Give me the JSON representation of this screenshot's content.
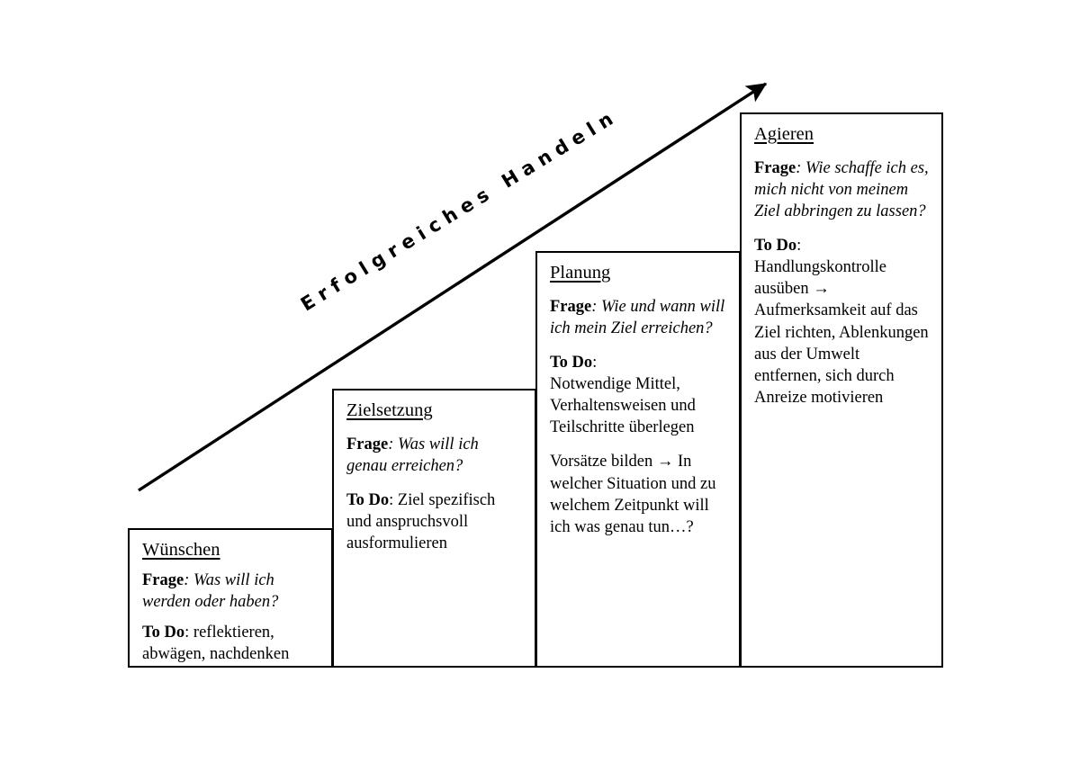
{
  "diagram": {
    "arrow_caption": "Erfolgreiches Handeln",
    "stroke_color": "#000000",
    "background_color": "#ffffff",
    "steps": [
      {
        "id": "wuenschen",
        "title": "Wünschen",
        "question_label": "Frage",
        "question_text": ": Was will ich werden oder haben?",
        "todo_label": "To Do",
        "todo_text": ": reflektieren, abwägen, nachdenken"
      },
      {
        "id": "zielsetzung",
        "title": "Zielsetzung",
        "question_label": "Frage",
        "question_text": ": Was will ich genau erreichen?",
        "todo_label": "To Do",
        "todo_text": ": Ziel spezifisch und anspruchsvoll ausformulieren"
      },
      {
        "id": "planung",
        "title": "Planung",
        "question_label": "Frage",
        "question_text": ": Wie und wann will ich mein Ziel erreichen?",
        "todo_label": "To Do",
        "todo_text": ":",
        "todo_body": "Notwendige Mittel, Verhaltensweisen und Teilschritte überlegen",
        "extra_text": "Vorsätze bilden → In welcher Situation und zu welchem Zeitpunkt will ich was genau tun…?"
      },
      {
        "id": "agieren",
        "title": "Agieren",
        "question_label": "Frage",
        "question_text": ": Wie schaffe ich es, mich nicht von meinem Ziel abbringen zu lassen?",
        "todo_label": "To Do",
        "todo_text": ":",
        "todo_body": "Handlungskontrolle ausüben → Aufmerksamkeit auf das Ziel richten, Ablenkungen aus der Umwelt entfernen, sich durch Anreize motivieren"
      }
    ]
  }
}
